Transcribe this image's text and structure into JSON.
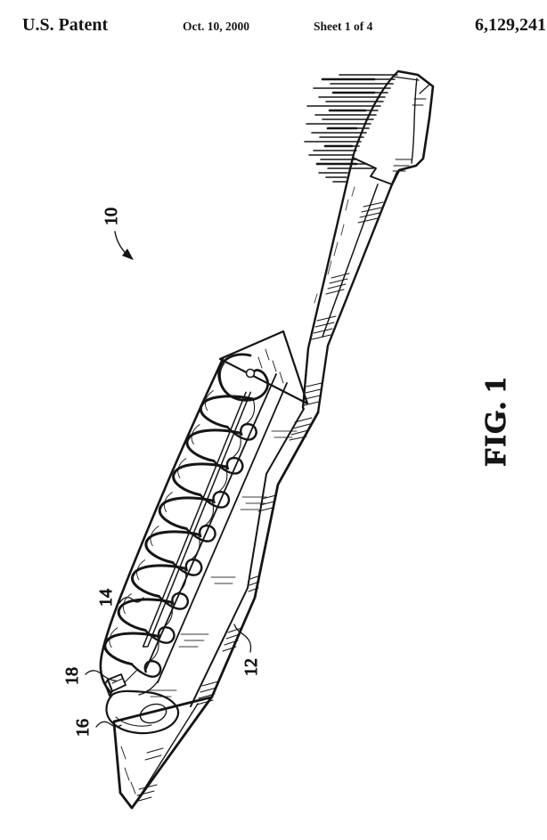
{
  "header": {
    "title": "U.S. Patent",
    "date": "Oct. 10, 2000",
    "sheet": "Sheet 1 of 4",
    "patent_number": "6,129,241"
  },
  "figure": {
    "label": "FIG. 1",
    "refs": {
      "n10": "10",
      "n12": "12",
      "n14": "14",
      "n16": "16",
      "n18": "18"
    }
  },
  "colors": {
    "ink": "#151515",
    "background": "#ffffff"
  }
}
